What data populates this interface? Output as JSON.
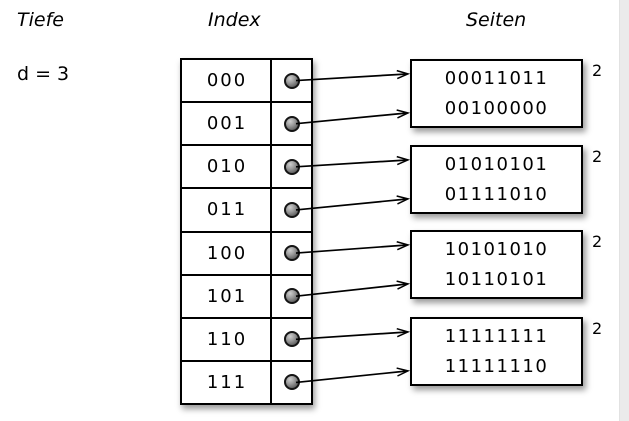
{
  "headers": {
    "depth": "Tiefe",
    "index": "Index",
    "pages": "Seiten"
  },
  "depth_label": "d = 3",
  "index_table": {
    "rows": [
      "000",
      "001",
      "010",
      "011",
      "100",
      "101",
      "110",
      "111"
    ]
  },
  "pages": [
    {
      "line1": "00011011",
      "line2": "00100000",
      "local_depth": "2"
    },
    {
      "line1": "01010101",
      "line2": "01111010",
      "local_depth": "2"
    },
    {
      "line1": "10101010",
      "line2": "10110101",
      "local_depth": "2"
    },
    {
      "line1": "11111111",
      "line2": "11111110",
      "local_depth": "2"
    }
  ],
  "links": [
    {
      "from_index": "000",
      "to_page": 0
    },
    {
      "from_index": "001",
      "to_page": 0
    },
    {
      "from_index": "010",
      "to_page": 1
    },
    {
      "from_index": "011",
      "to_page": 1
    },
    {
      "from_index": "100",
      "to_page": 2
    },
    {
      "from_index": "101",
      "to_page": 2
    },
    {
      "from_index": "110",
      "to_page": 3
    },
    {
      "from_index": "111",
      "to_page": 3
    }
  ],
  "colors": {
    "stroke": "#000000",
    "background": "#ffffff",
    "edge_strip": "#ebebeb"
  }
}
